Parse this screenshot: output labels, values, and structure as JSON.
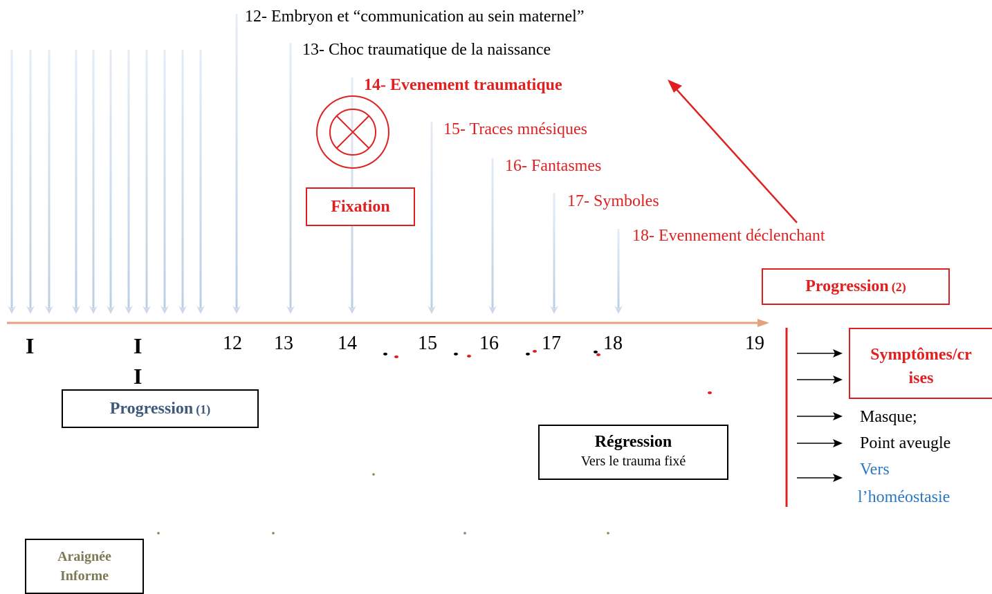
{
  "events": [
    {
      "id": "12",
      "label": "12- Embryon et “communication au sein maternel”"
    },
    {
      "id": "13",
      "label": "13- Choc traumatique de la naissance"
    },
    {
      "id": "14",
      "label": "14- Evenement traumatique"
    },
    {
      "id": "15",
      "label": "15- Traces mnésiques"
    },
    {
      "id": "16",
      "label": "16- Fantasmes"
    },
    {
      "id": "17",
      "label": "17- Symboles"
    },
    {
      "id": "18",
      "label": "18- Evennement déclenchant"
    }
  ],
  "axis": {
    "roman_1": "I",
    "roman_2": "I",
    "roman_2b": "I",
    "ticks": [
      "12",
      "13",
      "14",
      "15",
      "16",
      "17",
      "18",
      "19"
    ]
  },
  "fixation": {
    "label": "Fixation"
  },
  "progression_1": {
    "label": "Progression",
    "suffix": "(1)"
  },
  "progression_2": {
    "label": "Progression",
    "suffix": "(2)"
  },
  "regression": {
    "title": "Régression",
    "subtitle": "Vers le trauma fixé"
  },
  "outcomes": {
    "symptomes_line1": "Symptômes/cr",
    "symptomes_line2": "ises",
    "masque": "Masque;",
    "point_aveugle": "Point aveugle",
    "vers_line1": "Vers",
    "vers_line2": "l’homéostasie"
  },
  "araignee": {
    "line1": "Araignée",
    "line2": "Informe"
  },
  "colors": {
    "accent_red": "#e02020",
    "arrow_blue": "#c9d9ea",
    "axis_orange": "#e3a27c",
    "progression_blue": "#3e5a7a",
    "araignee_olive": "#7c7a52",
    "homeostasie_blue": "#2a78c4"
  }
}
